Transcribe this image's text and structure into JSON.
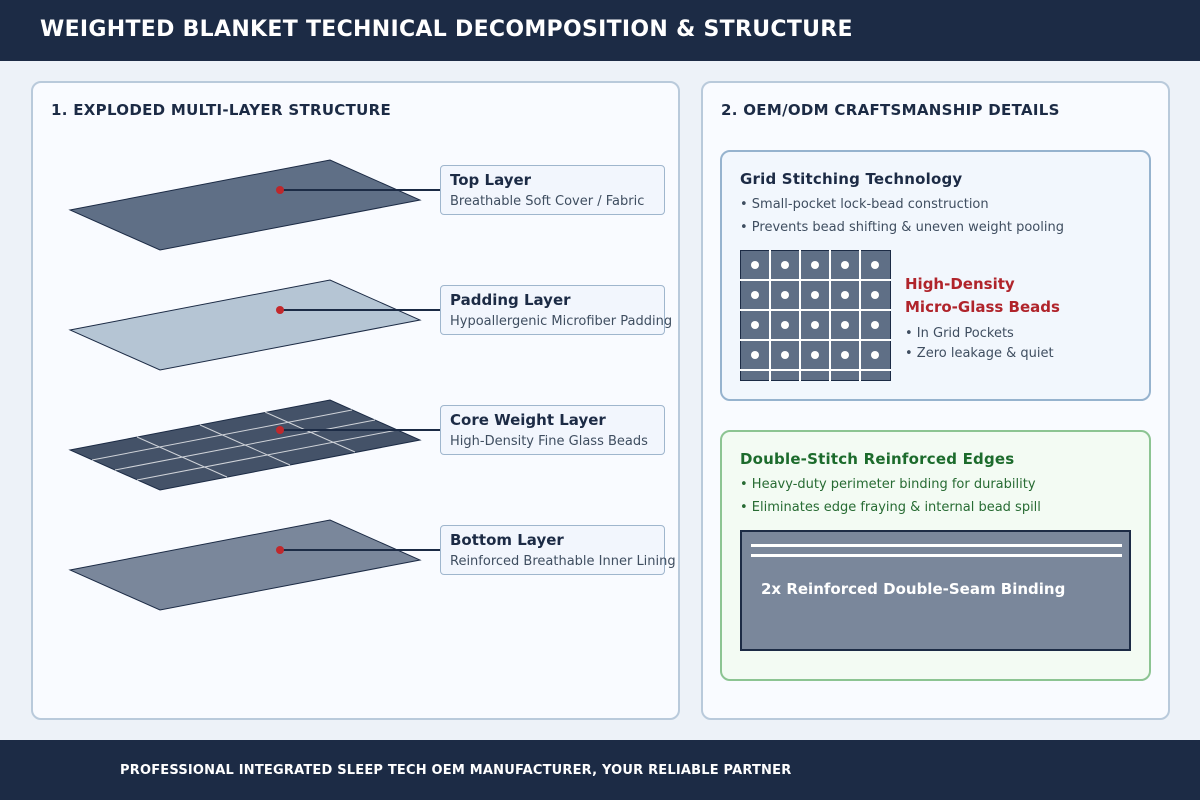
{
  "header": {
    "title": "WEIGHTED BLANKET TECHNICAL DECOMPOSITION & STRUCTURE"
  },
  "left_panel": {
    "title": "1. EXPLODED MULTI-LAYER STRUCTURE",
    "layers": [
      {
        "name": "Top Layer",
        "description": "Breathable Soft Cover / Fabric",
        "fill": "#5f6f86"
      },
      {
        "name": "Padding Layer",
        "description": "Hypoallergenic Microfiber Padding",
        "fill": "#b5c5d4"
      },
      {
        "name": "Core Weight Layer",
        "description": "High-Density Fine Glass Beads",
        "fill": "#445268"
      },
      {
        "name": "Bottom Layer",
        "description": "Reinforced Breathable Inner Lining",
        "fill": "#7a879b"
      }
    ],
    "marker_color": "#c0282c"
  },
  "right_panel": {
    "title": "2. OEM/ODM CRAFTSMANSHIP DETAILS",
    "grid_card": {
      "title": "Grid Stitching Technology",
      "bullets": [
        "• Small-pocket lock-bead construction",
        "• Prevents bead shifting & uneven weight pooling"
      ],
      "beads_title_lines": [
        "High-Density",
        "Micro-Glass Beads"
      ],
      "beads_notes": [
        "• In Grid Pockets",
        "• Zero leakage & quiet"
      ]
    },
    "edge_card": {
      "title": "Double-Stitch Reinforced Edges",
      "bullets": [
        "• Heavy-duty perimeter binding for durability",
        "• Eliminates edge fraying & internal bead spill"
      ],
      "binding_label": "2x Reinforced Double-Seam Binding"
    }
  },
  "footer": {
    "text": "PROFESSIONAL INTEGRATED SLEEP TECH OEM MANUFACTURER, YOUR RELIABLE PARTNER"
  },
  "colors": {
    "navy": "#1c2b45",
    "accent_red": "#b0242b",
    "accent_green": "#1c6b2c"
  }
}
